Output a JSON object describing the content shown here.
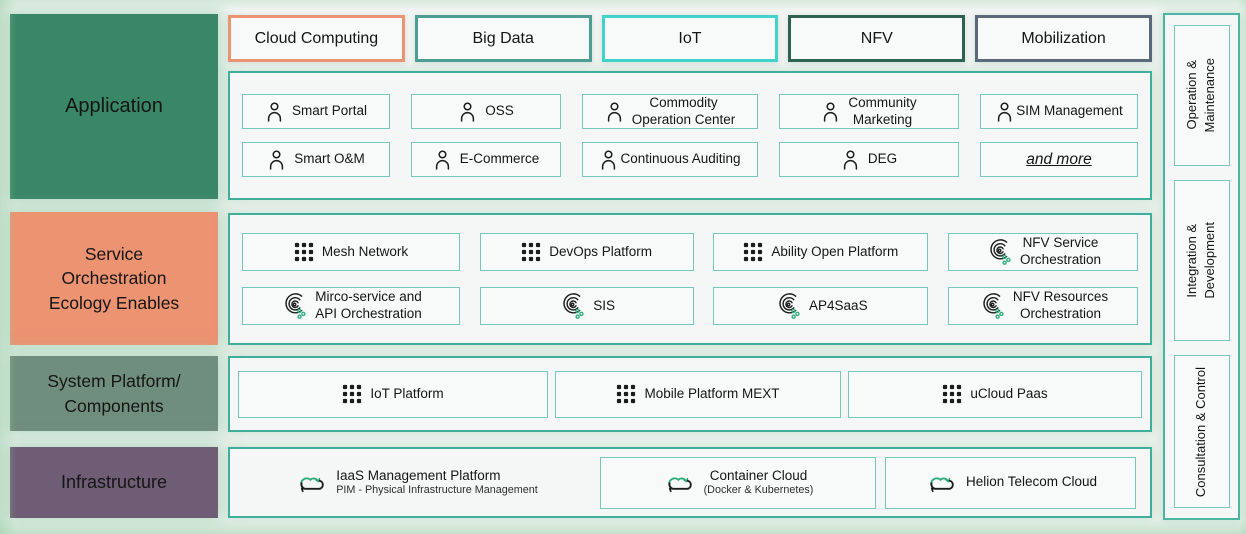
{
  "palette": {
    "page_bg": "#f1f4f2",
    "application_green": "#3a8767",
    "service_salmon": "#ec9372",
    "system_graygreen": "#708e7e",
    "infrastructure_purple": "#6e5d75",
    "container_border_teal": "#3fae9b",
    "item_border_teal": "#76c8b8",
    "tab_borders": {
      "cloud_computing": "#ec9372",
      "big_data": "#4c9e94",
      "iot": "#41d3cc",
      "nfv": "#2d6252",
      "mobilization": "#5a6a7b"
    },
    "icon_green": "#2fae7d",
    "icon_dark": "#1c1c1c"
  },
  "left_blocks": [
    {
      "label": "Application"
    },
    {
      "label": "Service\nOrchestration\nEcology Enables"
    },
    {
      "label": "System Platform/\nComponents"
    },
    {
      "label": "Infrastructure"
    }
  ],
  "top_tabs": [
    {
      "label": "Cloud Computing"
    },
    {
      "label": "Big Data"
    },
    {
      "label": "IoT"
    },
    {
      "label": "NFV"
    },
    {
      "label": "Mobilization"
    }
  ],
  "application": {
    "row1": [
      {
        "label": "Smart Portal",
        "icon": "person-icon"
      },
      {
        "label": "OSS",
        "icon": "person-icon"
      },
      {
        "label": "Commodity\nOperation Center",
        "icon": "person-icon"
      },
      {
        "label": "Community\nMarketing",
        "icon": "person-icon"
      },
      {
        "label": "SIM Management",
        "icon": "person-icon"
      }
    ],
    "row2": [
      {
        "label": "Smart O&M",
        "icon": "person-icon"
      },
      {
        "label": "E-Commerce",
        "icon": "person-icon"
      },
      {
        "label": "Continuous Auditing",
        "icon": "person-icon"
      },
      {
        "label": "DEG",
        "icon": "person-icon"
      },
      {
        "label": "and more",
        "icon": "none"
      }
    ]
  },
  "services": {
    "row1": [
      {
        "label": "Mesh Network",
        "icon": "grid-icon"
      },
      {
        "label": "DevOps Platform",
        "icon": "grid-icon"
      },
      {
        "label": "Ability Open Platform",
        "icon": "grid-icon"
      },
      {
        "label": "NFV Service\nOrchestration",
        "icon": "swirl-icon"
      }
    ],
    "row2": [
      {
        "label": "Mirco-service and\nAPI Orchestration",
        "icon": "swirl-icon"
      },
      {
        "label": "SIS",
        "icon": "swirl-icon"
      },
      {
        "label": "AP4SaaS",
        "icon": "swirl-icon"
      },
      {
        "label": "NFV Resources\nOrchestration",
        "icon": "swirl-icon"
      }
    ]
  },
  "system": {
    "items": [
      {
        "label": "IoT Platform",
        "icon": "grid-icon"
      },
      {
        "label": "Mobile Platform MEXT",
        "icon": "grid-icon"
      },
      {
        "label": "uCloud Paas",
        "icon": "grid-icon"
      }
    ]
  },
  "infrastructure": {
    "items": [
      {
        "title": "IaaS Management Platform",
        "subtitle": "PIM - Physical Infrastructure Management",
        "icon": "cloud-sync-icon"
      },
      {
        "title": "Container Cloud",
        "subtitle": "(Docker & Kubernetes)",
        "icon": "cloud-sync-icon"
      },
      {
        "title": "Helion Telecom Cloud",
        "subtitle": "",
        "icon": "cloud-sync-icon"
      }
    ]
  },
  "sidebar": {
    "items": [
      {
        "label": "Operation &\nMaintenance"
      },
      {
        "label": "Integration &\nDevelopment"
      },
      {
        "label": "Consultation & Control"
      }
    ]
  }
}
